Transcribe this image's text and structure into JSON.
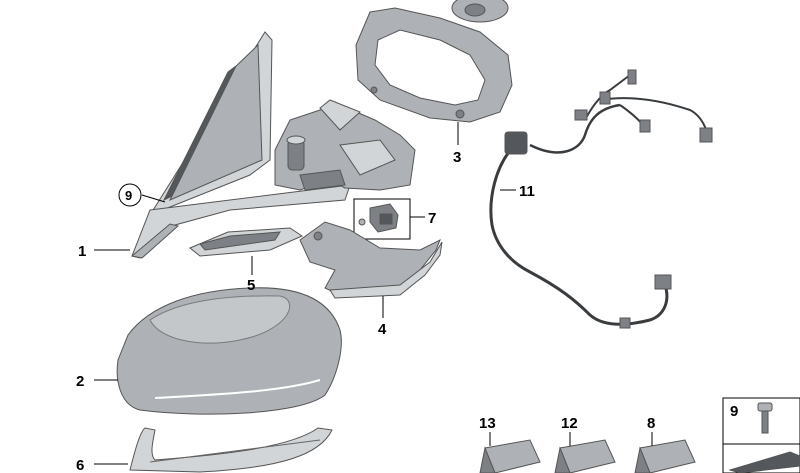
{
  "diagram": {
    "labels": {
      "p1": "1",
      "p2": "2",
      "p3": "3",
      "p4": "4",
      "p5": "5",
      "p6": "6",
      "p7": "7",
      "p8": "8",
      "p9_circled": "9",
      "p9_box": "9",
      "p11": "11",
      "p12": "12",
      "p13": "13"
    }
  },
  "colors": {
    "background": "#ffffff",
    "part_light": "#d2d5d8",
    "part_mid": "#aeb2b6",
    "part_dark": "#7d8186",
    "line": "#000000"
  }
}
